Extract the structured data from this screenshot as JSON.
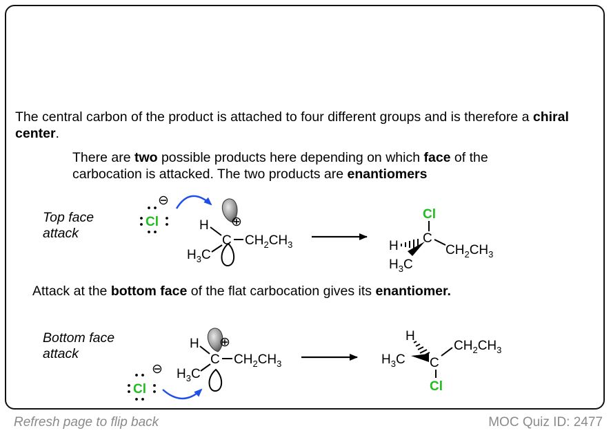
{
  "text": {
    "intro": {
      "p1": "The central carbon of the product is attached to four different groups and is therefore a ",
      "b1": "chiral center",
      "p2": "."
    },
    "subtext": {
      "p1": "There are ",
      "b1": "two",
      "p2": " possible products here depending on which ",
      "b2": "face",
      "p3": " of the carbocation is attacked. The two products are ",
      "b3": "enantiomers"
    },
    "bottom_intro": {
      "p1": "Attack at the ",
      "b1": "bottom face",
      "p2": " of the flat carbocation gives its ",
      "b2": "enantiomer."
    },
    "top_label_1": "Top face",
    "top_label_2": "attack",
    "bottom_label_1": "Bottom face",
    "bottom_label_2": "attack"
  },
  "chem": {
    "cl": "Cl",
    "h": "H",
    "c": "C",
    "ch2ch3": "CH2CH3",
    "h3c": "H3C",
    "minus": "⊖",
    "plus": "⊕"
  },
  "footer": {
    "refresh": "Refresh page to flip back",
    "quiz_id": "MOC Quiz ID: 2477"
  },
  "colors": {
    "chlorine": "#22bb22",
    "arrow_blue": "#1f4ee8"
  }
}
